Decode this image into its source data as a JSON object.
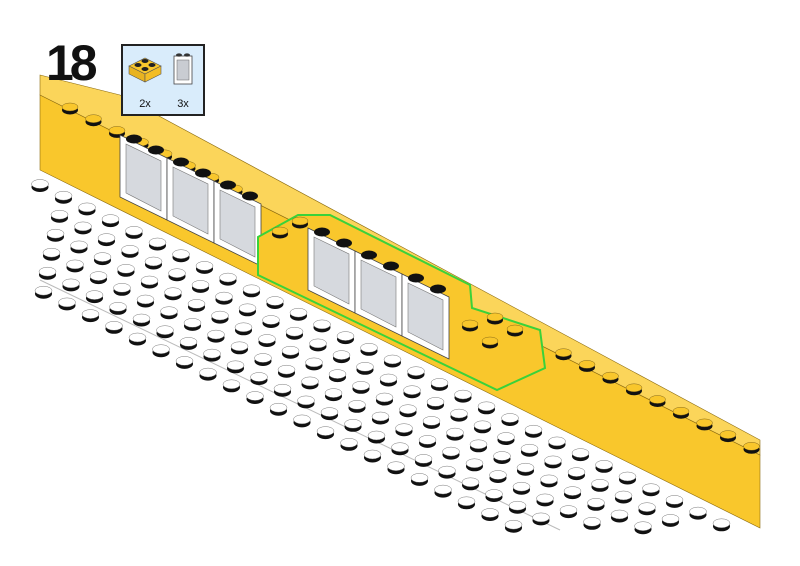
{
  "step": {
    "number": "18"
  },
  "parts": [
    {
      "name": "yellow-brick-2x2",
      "quantity": "2x"
    },
    {
      "name": "white-window-1x2x2",
      "quantity": "3x"
    }
  ],
  "colors": {
    "yellow": "#f9c72c",
    "highlight": "#3ad23a",
    "callout_bg": "#d9ecfb"
  }
}
